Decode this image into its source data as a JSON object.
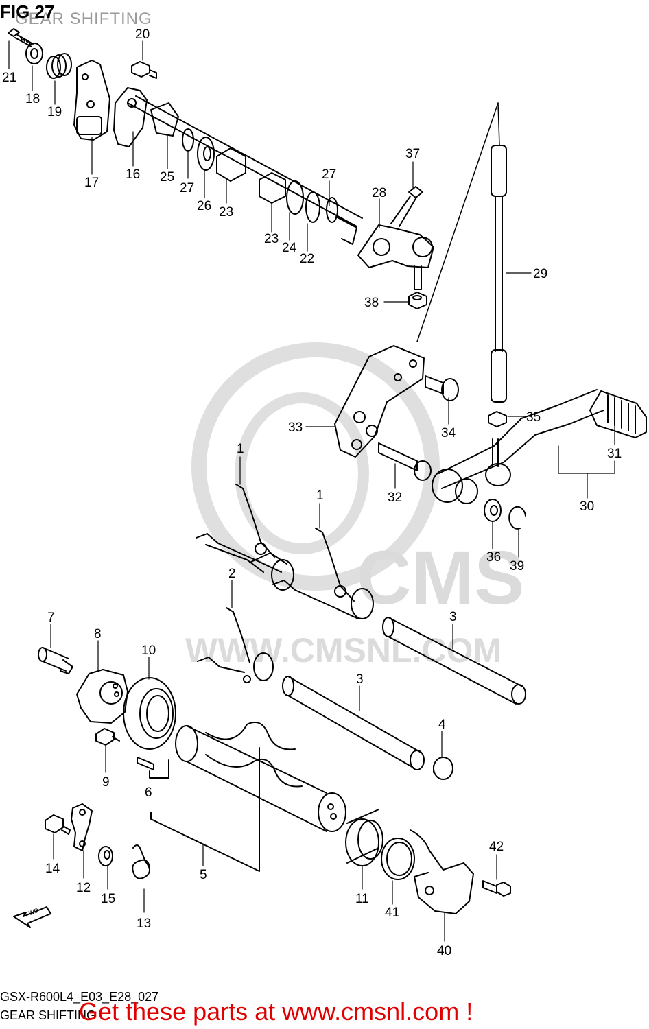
{
  "figure": {
    "title": "FIG 27",
    "subtitle": "GEAR SHIFTING"
  },
  "watermark": {
    "text": "WWW.CMSNL.COM",
    "logo_text": "CMS"
  },
  "callouts": [
    "1",
    "1",
    "2",
    "3",
    "3",
    "4",
    "5",
    "6",
    "7",
    "8",
    "9",
    "10",
    "11",
    "12",
    "13",
    "14",
    "15",
    "16",
    "17",
    "18",
    "19",
    "20",
    "21",
    "22",
    "23",
    "23",
    "24",
    "25",
    "26",
    "27",
    "27",
    "28",
    "29",
    "30",
    "31",
    "32",
    "33",
    "34",
    "35",
    "36",
    "37",
    "38",
    "39",
    "40",
    "41",
    "42"
  ],
  "footer": {
    "code": "GSX-R600L4_E03_E28_027",
    "caption": "GEAR SHIFTING",
    "promo": "Get these parts at www.cmsnl.com !"
  },
  "fwd_arrow_label": "FWD",
  "colors": {
    "promo": "#e00000",
    "watermark": "#d8d8d8",
    "subtitle": "#9a9a9a"
  }
}
